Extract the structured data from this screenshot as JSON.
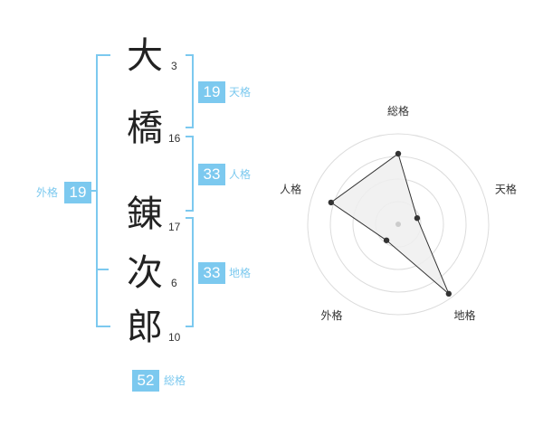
{
  "name": {
    "chars": [
      {
        "char": "大",
        "strokes": "3"
      },
      {
        "char": "橋",
        "strokes": "16"
      },
      {
        "char": "錬",
        "strokes": "17"
      },
      {
        "char": "次",
        "strokes": "6"
      },
      {
        "char": "郎",
        "strokes": "10"
      }
    ]
  },
  "kaku": {
    "ten": {
      "label": "天格",
      "value": "19"
    },
    "jin": {
      "label": "人格",
      "value": "33"
    },
    "chi": {
      "label": "地格",
      "value": "33"
    },
    "gai": {
      "label": "外格",
      "value": "19"
    },
    "sou": {
      "label": "総格",
      "value": "52"
    }
  },
  "colors": {
    "accent": "#7cc9ef",
    "text": "#222222",
    "radar_fill": "#eeeeee",
    "radar_line": "#333333"
  },
  "chart_data": {
    "type": "radar",
    "axes": [
      "総格",
      "天格",
      "地格",
      "外格",
      "人格"
    ],
    "values": [
      0.78,
      0.22,
      0.95,
      0.22,
      0.78
    ],
    "range": [
      0,
      1
    ],
    "rings": 4,
    "center_marker": true
  }
}
